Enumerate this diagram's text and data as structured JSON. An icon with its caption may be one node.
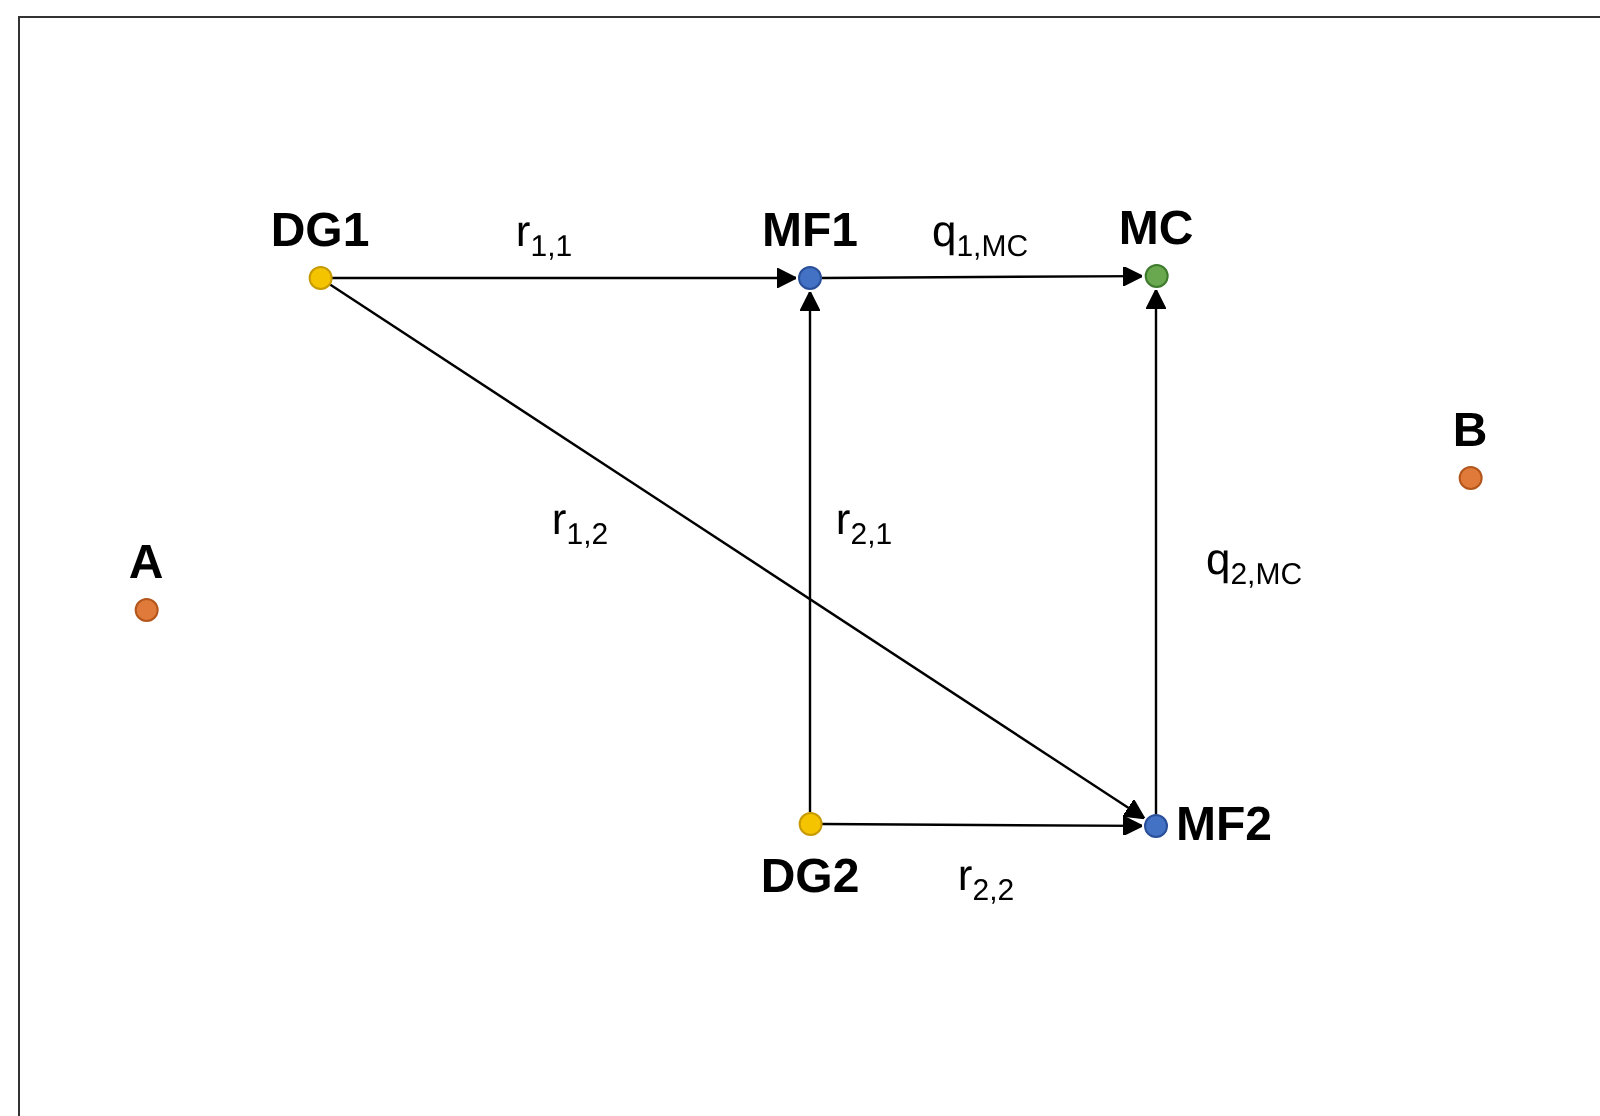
{
  "diagram": {
    "nodes": [
      {
        "text": [
          "DG1"
        ]
      },
      {
        "text": [
          "MF1"
        ]
      },
      {
        "text": [
          "MC"
        ]
      },
      {
        "text": [
          "B"
        ]
      },
      {
        "text": [
          "A"
        ]
      },
      {
        "text": [
          "DG2"
        ]
      },
      {
        "text": [
          "MF2"
        ]
      }
    ],
    "edges": [
      {
        "from": 0,
        "to": 1,
        "arrow": "to",
        "label": "r$_{1,1}$"
      },
      {
        "from": 1,
        "to": 2,
        "arrow": "to",
        "label": "q$_{1,MC}$"
      },
      {
        "from": 0,
        "to": 6,
        "arrow": "to",
        "label": "r$_{1,2}$"
      },
      {
        "from": 5,
        "to": 1,
        "arrow": "to",
        "label": "r$_{2,1}$"
      },
      {
        "from": 6,
        "to": 2,
        "arrow": "to",
        "label": "q$_{2,MC}$"
      },
      {
        "from": 5,
        "to": 6,
        "arrow": "to",
        "label": "r$_{2,2}$"
      }
    ]
  }
}
